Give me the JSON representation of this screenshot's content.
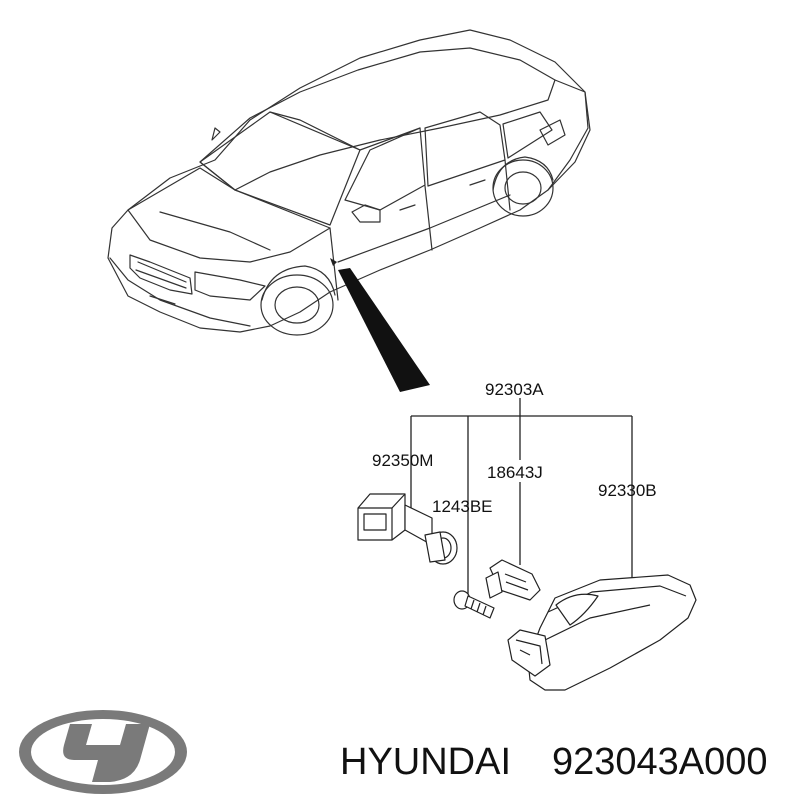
{
  "callouts": {
    "assembly": "92303A",
    "socket": "92350M",
    "bulb": "18643J",
    "screw": "1243BE",
    "lamp": "92330B"
  },
  "footer": {
    "brand": "HYUNDAI",
    "part_number": "923043A000"
  },
  "icons": {
    "logo": "hyundai-logo-icon"
  }
}
